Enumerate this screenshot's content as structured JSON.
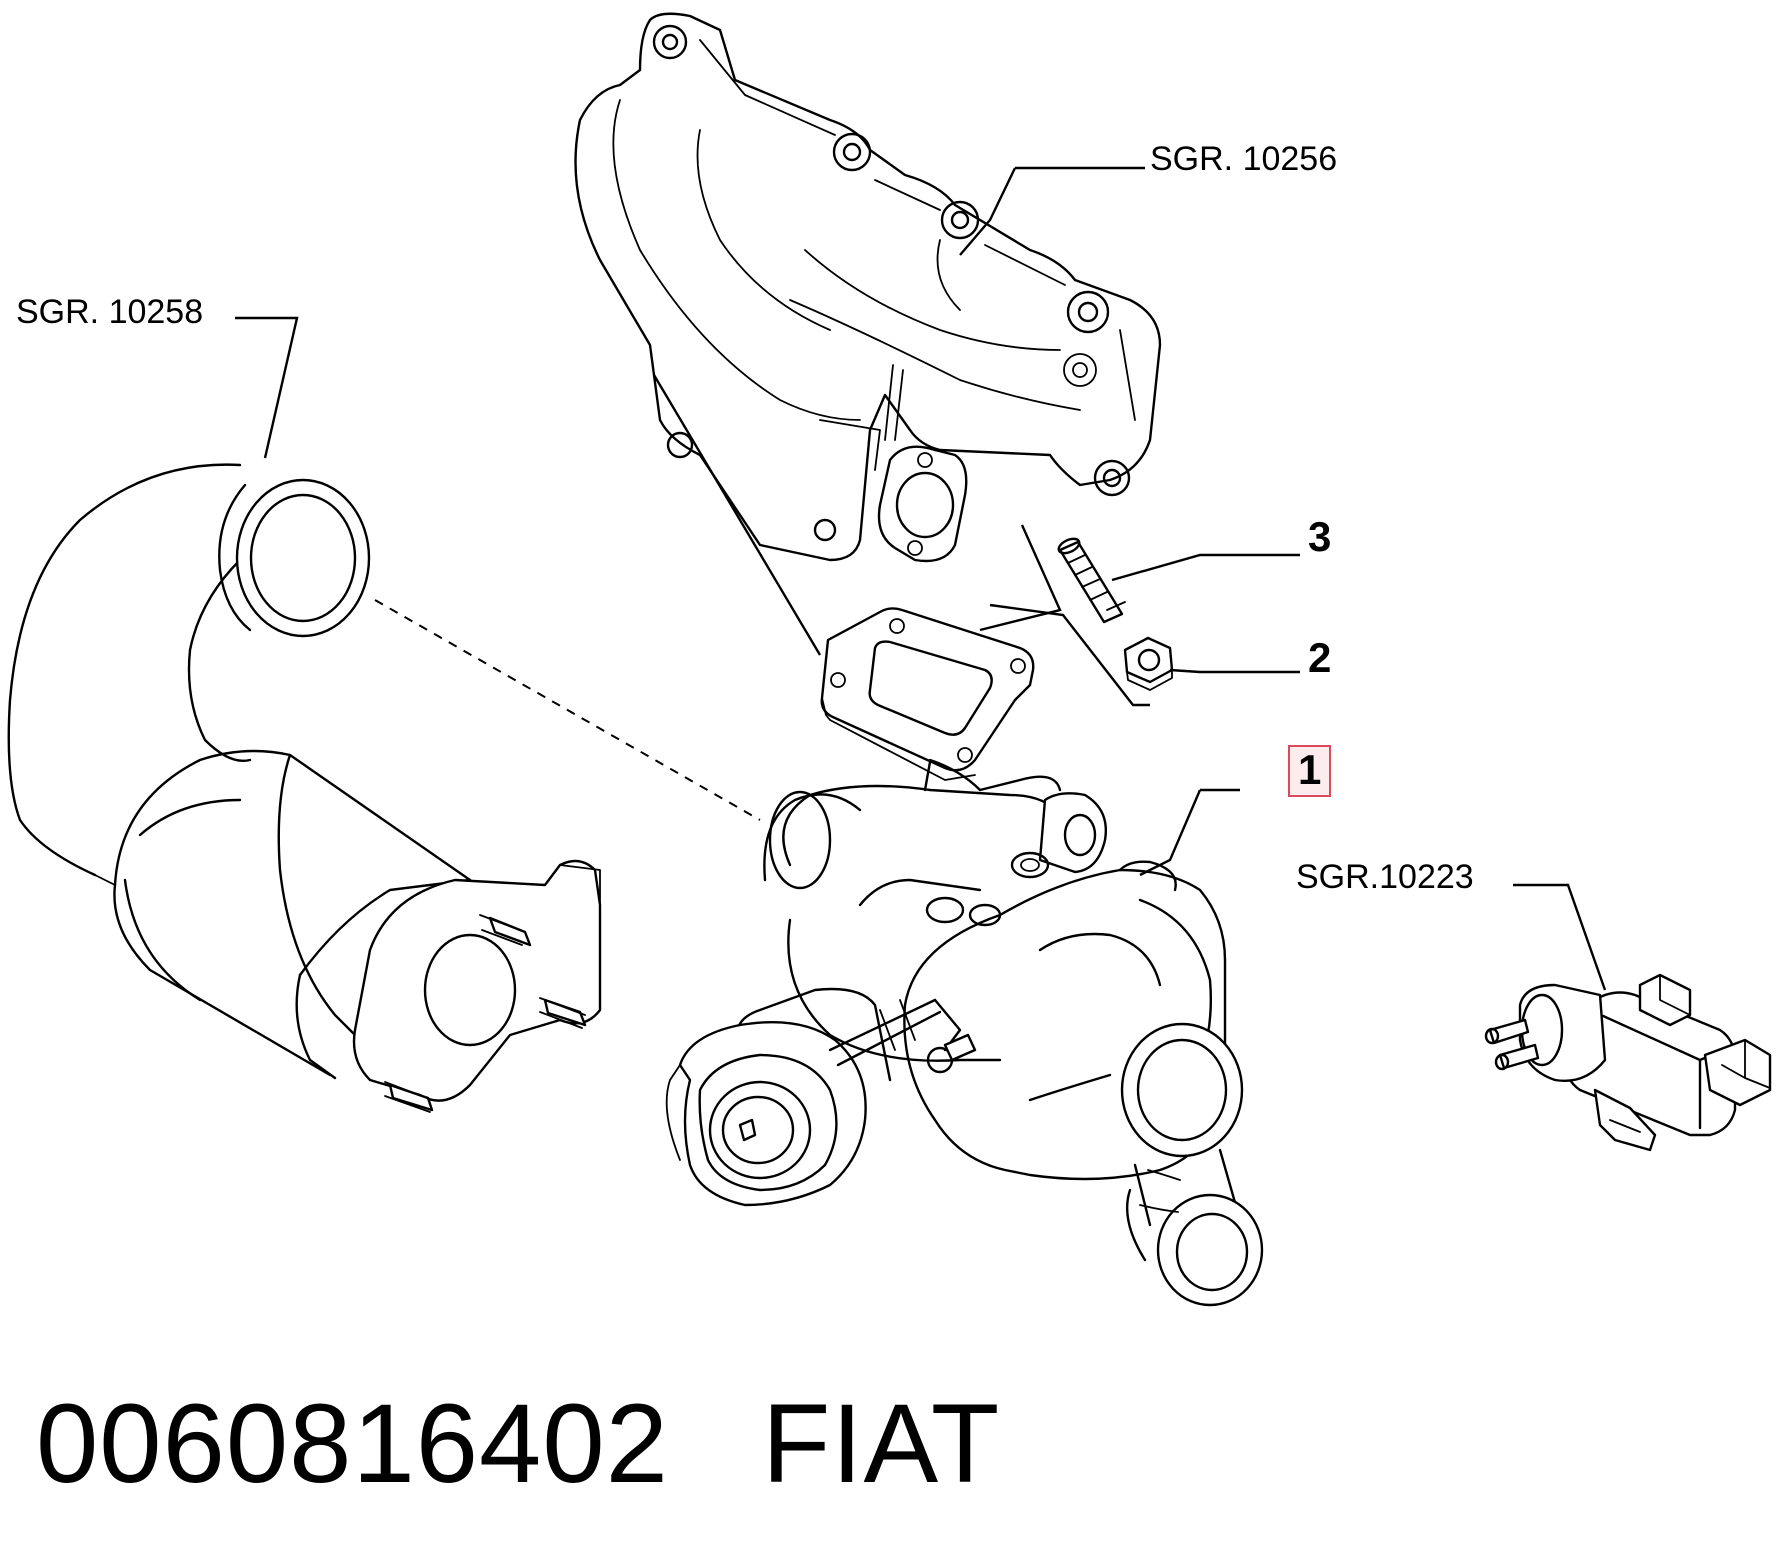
{
  "labels": {
    "sgr_10256": "SGR. 10256",
    "sgr_10258": "SGR. 10258",
    "sgr_10223": "SGR.10223",
    "item_3": "3",
    "item_2": "2",
    "item_1": "1"
  },
  "footer": {
    "part_number": "0060816402",
    "brand": "FIAT"
  },
  "colors": {
    "line": "#000000",
    "background": "#ffffff",
    "selection_border": "#d94a5a"
  }
}
